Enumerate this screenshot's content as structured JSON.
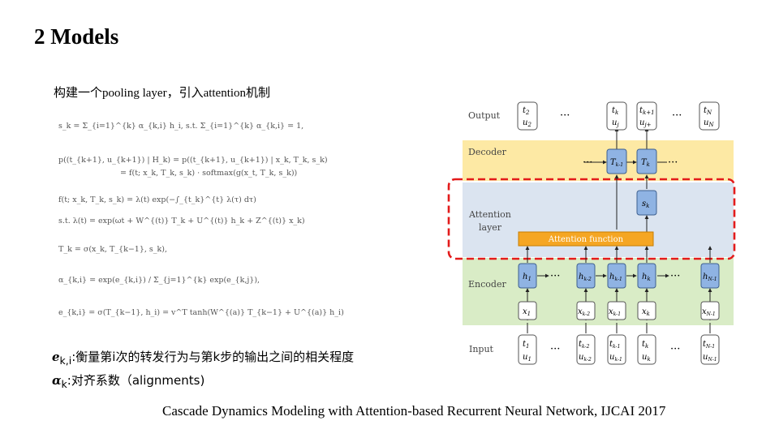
{
  "title": "2 Models",
  "subtitle": "构建一个pooling layer，引入attention机制",
  "equations": {
    "eq1": "s_k = Σ_{i=1}^{k} α_{k,i} h_i,   s.t.  Σ_{i=1}^{k} α_{k,i} = 1,",
    "eq2a": "p((t_{k+1}, u_{k+1}) | H_k) = p((t_{k+1}, u_{k+1}) | x_k, T_k, s_k)",
    "eq2b": "= f(t; x_k, T_k, s_k) · softmax(g(x_t, T_k, s_k))",
    "eq3a": "f(t; x_k, T_k, s_k) = λ(t) exp(−∫_{t_k}^{t} λ(τ) dτ)",
    "eq3b": "s.t.  λ(t) = exp(ωt + W^{(t)} T_k + U^{(t)} h_k + Z^{(t)} x_k)",
    "eq4": "T_k = σ(x_k, T_{k−1}, s_k),",
    "eq5": "α_{k,i} = exp(e_{k,i}) / Σ_{j=1}^{k} exp(e_{k,j}),",
    "eq6": "e_{k,i} = σ(T_{k−1}, h_i) = v^T tanh(W^{(a)} T_{k−1} + U^{(a)} h_i)"
  },
  "notes": [
    {
      "symbol": "e",
      "sub": "k,i",
      "text": ":衡量第i次的转发行为与第k步的输出之间的相关程度"
    },
    {
      "symbol": "α",
      "sub": "k",
      "text": ":对齐系数（alignments)"
    }
  ],
  "citation": "Cascade Dynamics Modeling with Attention-based Recurrent Neural Network,  IJCAI 2017",
  "diagram": {
    "layers": {
      "output": "Output",
      "decoder": "Decoder",
      "attention1": "Attention",
      "attention2": "layer",
      "encoder": "Encoder",
      "input": "Input"
    },
    "attention_function": "Attention function",
    "ellipsis": "···",
    "output_nodes": [
      {
        "a": "t",
        "as": "2",
        "b": "u",
        "bs": "2"
      },
      {
        "a": "t",
        "as": "k",
        "b": "u",
        "bs": "j"
      },
      {
        "a": "t",
        "as": "k+1",
        "b": "u",
        "bs": "j+"
      },
      {
        "a": "t",
        "as": "N",
        "b": "u",
        "bs": "N"
      }
    ],
    "decoder_nodes": [
      {
        "v": "T",
        "s": "k-1"
      },
      {
        "v": "T",
        "s": "k"
      }
    ],
    "state_node": {
      "v": "s",
      "s": "k"
    },
    "encoder_nodes": [
      {
        "v": "h",
        "s": "1"
      },
      {
        "v": "h",
        "s": "k-2"
      },
      {
        "v": "h",
        "s": "k-1"
      },
      {
        "v": "h",
        "s": "k"
      },
      {
        "v": "h",
        "s": "N-1"
      }
    ],
    "x_nodes": [
      {
        "v": "x",
        "s": "1"
      },
      {
        "v": "x",
        "s": "k-2"
      },
      {
        "v": "x",
        "s": "k-1"
      },
      {
        "v": "x",
        "s": "k"
      },
      {
        "v": "x",
        "s": "N-1"
      }
    ],
    "input_nodes": [
      {
        "a": "t",
        "as": "1",
        "b": "u",
        "bs": "1"
      },
      {
        "a": "t",
        "as": "k-2",
        "b": "u",
        "bs": "k-2"
      },
      {
        "a": "t",
        "as": "k-1",
        "b": "u",
        "bs": "k-1"
      },
      {
        "a": "t",
        "as": "k",
        "b": "u",
        "bs": "k"
      },
      {
        "a": "t",
        "as": "N-1",
        "b": "u",
        "bs": "N-1"
      }
    ],
    "colors": {
      "decoder_band": "#fde9a4",
      "attention_band": "#dbe4f0",
      "encoder_band": "#d9ecc6",
      "node_fill": "#8fb3e3",
      "node_stroke": "#3d5f8f",
      "attention_fn": "#f5a623",
      "highlight": "#e31b1b"
    }
  }
}
